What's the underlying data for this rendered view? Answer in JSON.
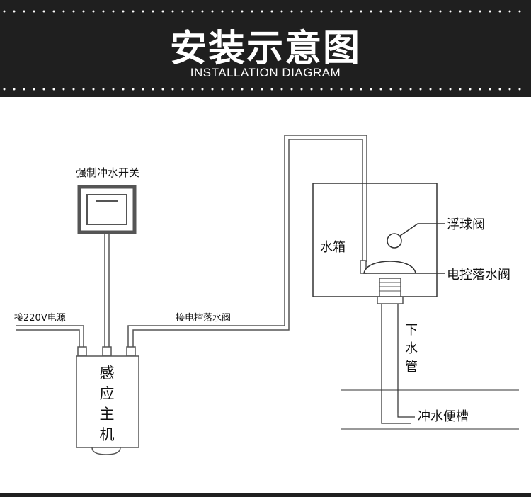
{
  "header": {
    "title_zh": "安装示意图",
    "title_en": "INSTALLATION DIAGRAM"
  },
  "labels": {
    "forced_flush_switch": "强制冲水开关",
    "power_220v": "接220V电源",
    "connect_valve": "接电控落水阀",
    "sensor_host": [
      "感",
      "应",
      "主",
      "机"
    ],
    "water_tank": "水箱",
    "float_valve": "浮球阀",
    "electric_drain_valve": "电控落水阀",
    "down_pipe": [
      "下",
      "水",
      "管"
    ],
    "flush_trough": "冲水便槽"
  },
  "colors": {
    "header_bg": "#1f1f1f",
    "line": "#555555",
    "text": "#111111"
  }
}
